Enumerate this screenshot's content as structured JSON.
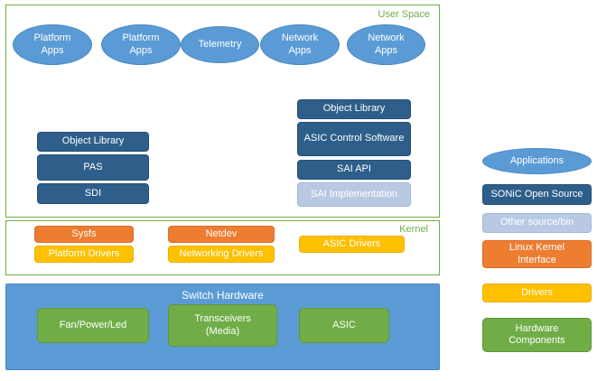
{
  "diagram": {
    "user_space": {
      "label": "User Space",
      "apps": [
        "Platform Apps",
        "Platform Apps",
        "Telemetry",
        "Network Apps",
        "Network Apps"
      ],
      "left_stack": [
        "Object Library",
        "PAS",
        "SDI"
      ],
      "right_stack": [
        "Object Library",
        "ASIC Control Software",
        "SAI API",
        "SAI Implementation"
      ]
    },
    "kernel": {
      "label": "Kernel",
      "boxes": {
        "sysfs": "Sysfs",
        "platform_drivers": "Platform Drivers",
        "netdev": "Netdev",
        "networking_drivers": "Networking Drivers",
        "asic_drivers": "ASIC Drivers"
      }
    },
    "switch_hardware": {
      "label": "Switch Hardware",
      "items": [
        "Fan/Power/Led",
        "Transceivers (Media)",
        "ASIC"
      ]
    }
  },
  "legend": {
    "items": [
      {
        "label": "Applications",
        "style": "blue-ellipse"
      },
      {
        "label": "SONiC Open Source",
        "style": "dark-blue"
      },
      {
        "label": "Other source/bin",
        "style": "light-blue"
      },
      {
        "label": "Linux Kernel Interface",
        "style": "orange"
      },
      {
        "label": "Drivers",
        "style": "yellow"
      },
      {
        "label": "Hardware Components",
        "style": "green"
      }
    ]
  },
  "colors": {
    "application_blue": "#5B9BD5",
    "sonic_dark_blue": "#2E5F8A",
    "other_light_blue": "#B9C9E3",
    "kernel_interface_orange": "#ED7D31",
    "drivers_yellow": "#FFC000",
    "hardware_green": "#70AD47",
    "region_border_green": "#70AD47"
  }
}
